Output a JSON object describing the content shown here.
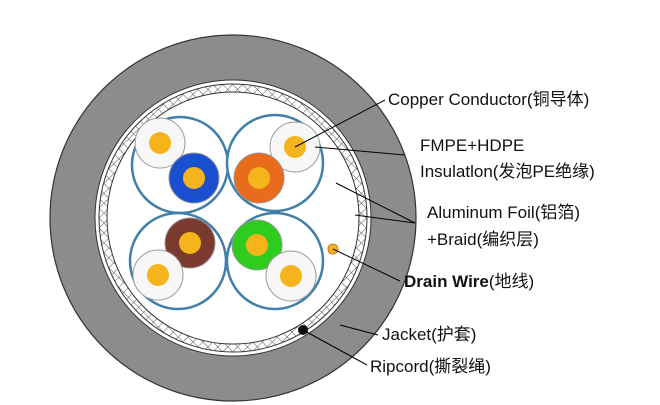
{
  "labels": {
    "copper_conductor": "Copper Conductor(铜导体)",
    "insulation_line1": "FMPE+HDPE",
    "insulation_line2": "Insulatlon(发泡PE绝缘)",
    "foil_line1": "Aluminum Foil(铝箔)",
    "foil_line2": "+Braid(编织层)",
    "drain_wire_bold": "Drain Wire",
    "drain_wire_rest": "(地线)",
    "jacket": "Jacket(护套)",
    "ripcord": "Ripcord(撕裂绳)"
  },
  "colors": {
    "jacket": "#8c8c8c",
    "pair_ring": "#3f7fa8",
    "copper": "#f5b31c",
    "blue": "#1a4fd0",
    "orange": "#e86c1c",
    "brown": "#7a3a2e",
    "green": "#2ecc1f",
    "ripcord": "#111111",
    "insulation_white": "#f7f7f7",
    "leader": "#000000"
  }
}
